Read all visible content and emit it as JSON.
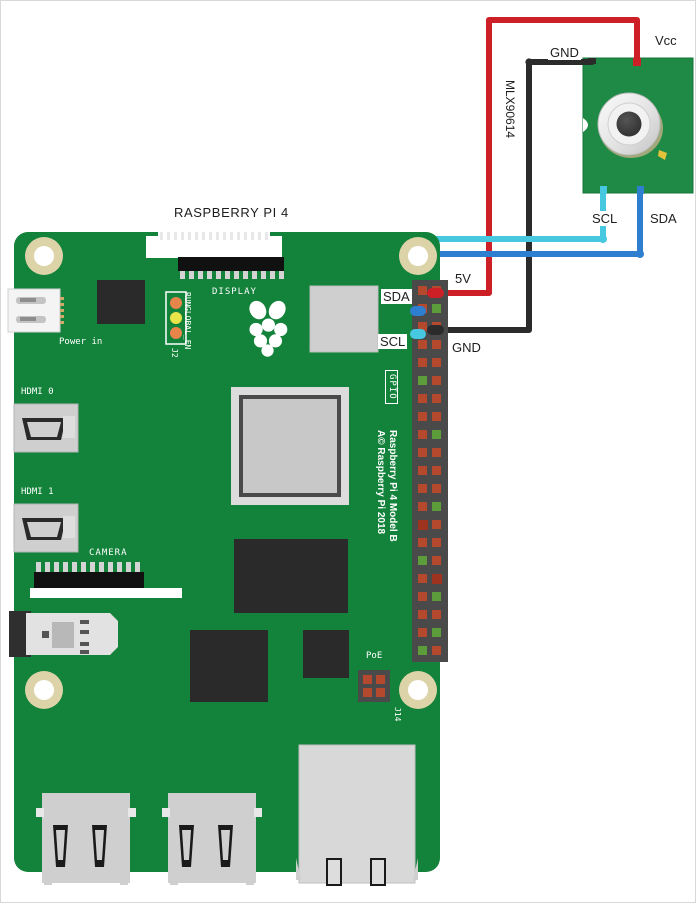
{
  "diagram": {
    "title": "RASPBERRY PI 4",
    "background_color": "#ffffff",
    "border_color": "#d8d8d8"
  },
  "board": {
    "name": "Raspberry Pi 4 Model B",
    "pcb_color": "#13823b",
    "pcb_dark": "#0d6b30",
    "silk_color": "#ffffff",
    "silkscreen": {
      "display": "DISPLAY",
      "camera": "CAMERA",
      "power_in": "Power in",
      "hdmi0": "HDMI 0",
      "hdmi1": "HDMI 1",
      "gpio": "GPIO",
      "poe": "PoE",
      "run": "RUN",
      "global_en": "GLOBAL_EN",
      "j2": "J2",
      "j14": "J14",
      "model_line1": "Raspberry Pi 4 Model B",
      "model_line2": "A© Raspberry Pi 2018"
    }
  },
  "sensor": {
    "name": "MLX90614",
    "pcb_color": "#1f8a46",
    "pins": [
      {
        "label": "Vcc",
        "color": "#cc2026"
      },
      {
        "label": "GND",
        "color": "#2b2b2b"
      },
      {
        "label": "SCL",
        "color": "#45c8e0"
      },
      {
        "label": "SDA",
        "color": "#2f7fd1"
      }
    ]
  },
  "pi_pins": [
    {
      "label": "5V",
      "color": "#cc2026"
    },
    {
      "label": "GND",
      "color": "#2b2b2b"
    },
    {
      "label": "SDA",
      "color": "#2f7fd1"
    },
    {
      "label": "SCL",
      "color": "#45c8e0"
    }
  ],
  "wires": [
    {
      "name": "vcc-to-5v",
      "from": "Vcc",
      "to": "5V",
      "color": "#cc2026"
    },
    {
      "name": "gnd-to-gnd",
      "from": "GND",
      "to": "GND",
      "color": "#2b2b2b"
    },
    {
      "name": "sda-to-sda",
      "from": "SDA",
      "to": "SDA",
      "color": "#2f7fd1"
    },
    {
      "name": "scl-to-scl",
      "from": "SCL",
      "to": "SCL",
      "color": "#45c8e0"
    }
  ],
  "labels": {
    "vcc": "Vcc",
    "gnd_top": "GND",
    "mlx": "MLX90614",
    "scl_sensor": "SCL",
    "sda_sensor": "SDA",
    "v5": "5V",
    "gnd_pi": "GND",
    "sda_pi": "SDA",
    "scl_pi": "SCL"
  },
  "colors": {
    "wire_red": "#cc2026",
    "wire_black": "#2b2b2b",
    "wire_blue": "#2f7fd1",
    "wire_cyan": "#45c8e0",
    "pad_gold": "#ddd3a8",
    "pin_red": "#b5492e",
    "pin_green": "#5c9c3a",
    "header_body": "#4a4a4a",
    "metal": "#c9c9c9",
    "chip_black": "#2a2a2a"
  }
}
